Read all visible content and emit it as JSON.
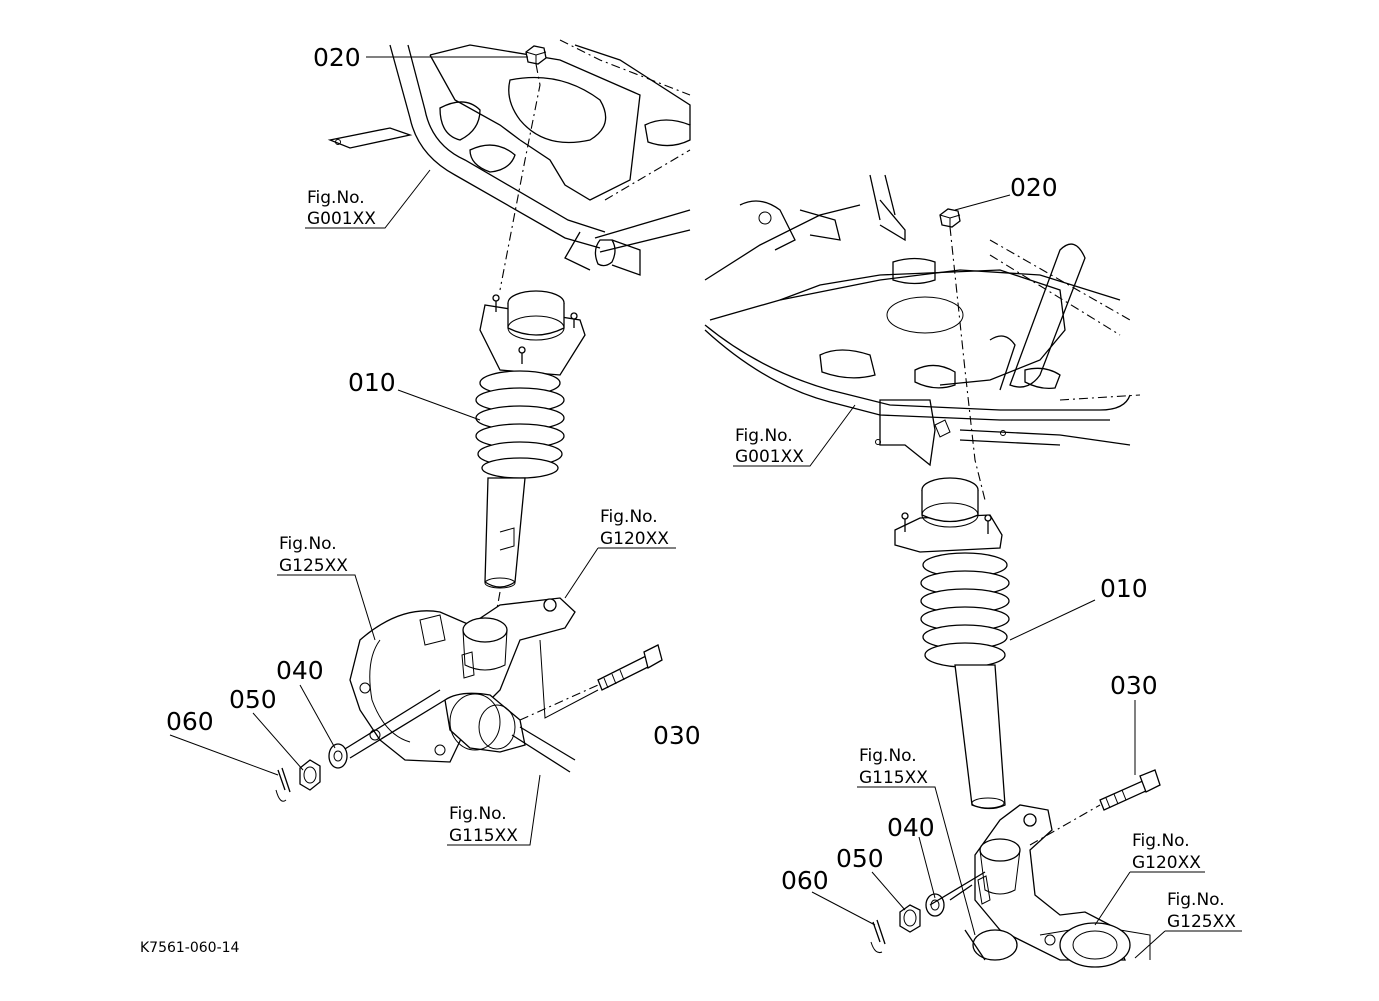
{
  "diagram_code": "K7561-060-14",
  "left_view": {
    "callouts": {
      "c020": "020",
      "c010": "010",
      "c030": "030",
      "c040": "040",
      "c050": "050",
      "c060": "060"
    },
    "fig_refs": {
      "frame": {
        "label": "Fig.No.",
        "code": "G001XX"
      },
      "knuckle_arm": {
        "label": "Fig.No.",
        "code": "G120XX"
      },
      "hub": {
        "label": "Fig.No.",
        "code": "G125XX"
      },
      "axle": {
        "label": "Fig.No.",
        "code": "G115XX"
      }
    }
  },
  "right_view": {
    "callouts": {
      "c020": "020",
      "c010": "010",
      "c030": "030",
      "c040": "040",
      "c050": "050",
      "c060": "060"
    },
    "fig_refs": {
      "frame": {
        "label": "Fig.No.",
        "code": "G001XX"
      },
      "axle": {
        "label": "Fig.No.",
        "code": "G115XX"
      },
      "knuckle_arm": {
        "label": "Fig.No.",
        "code": "G120XX"
      },
      "hub": {
        "label": "Fig.No.",
        "code": "G125XX"
      }
    }
  }
}
